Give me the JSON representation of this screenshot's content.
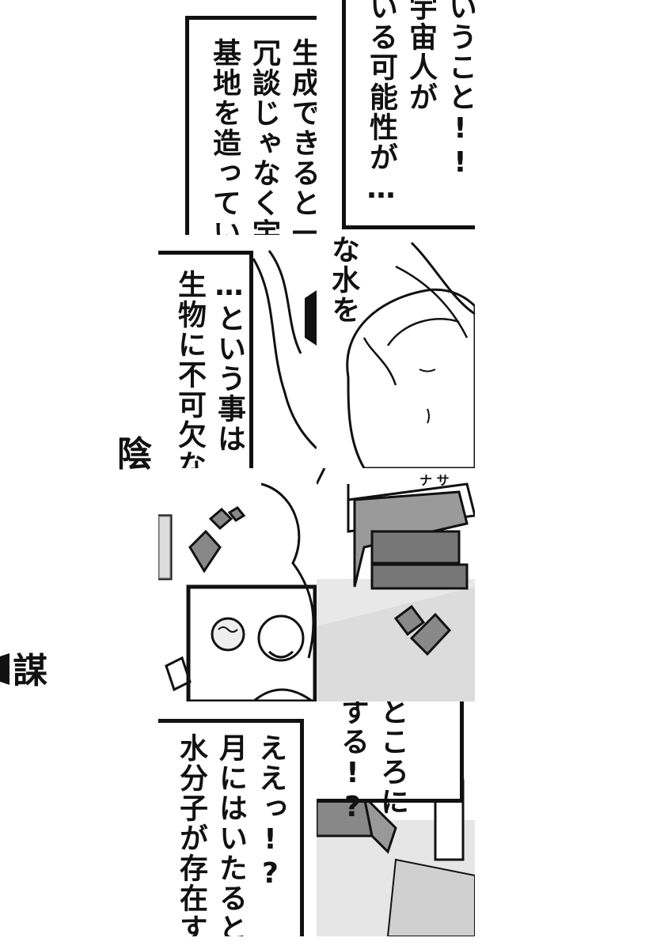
{
  "side_title": {
    "top_fragment": "陰",
    "bottom_fragment": "謀"
  },
  "tiles": {
    "top_left_bubble": {
      "lines": [
        "生成できると一",
        "冗談じゃなく宇",
        "基地を造ってい"
      ]
    },
    "top_right_bubble": {
      "lines": [
        "いうこと!!",
        "宇宙人が",
        "いる可能性が…"
      ]
    },
    "mid_left_bubble": {
      "lines": [
        "…という事は",
        "生物に不可欠な"
      ]
    },
    "mid_right_text": {
      "lines": [
        "な水を"
      ]
    },
    "lower_right_text": {
      "lines": [
        "ナ サ"
      ]
    },
    "bottom_left_bubble": {
      "lines": [
        "ええっ!?",
        "月にはいたると",
        "水分子が存在す"
      ]
    },
    "bottom_right_bubble": {
      "lines": [
        "ところに",
        "する!?"
      ]
    }
  }
}
